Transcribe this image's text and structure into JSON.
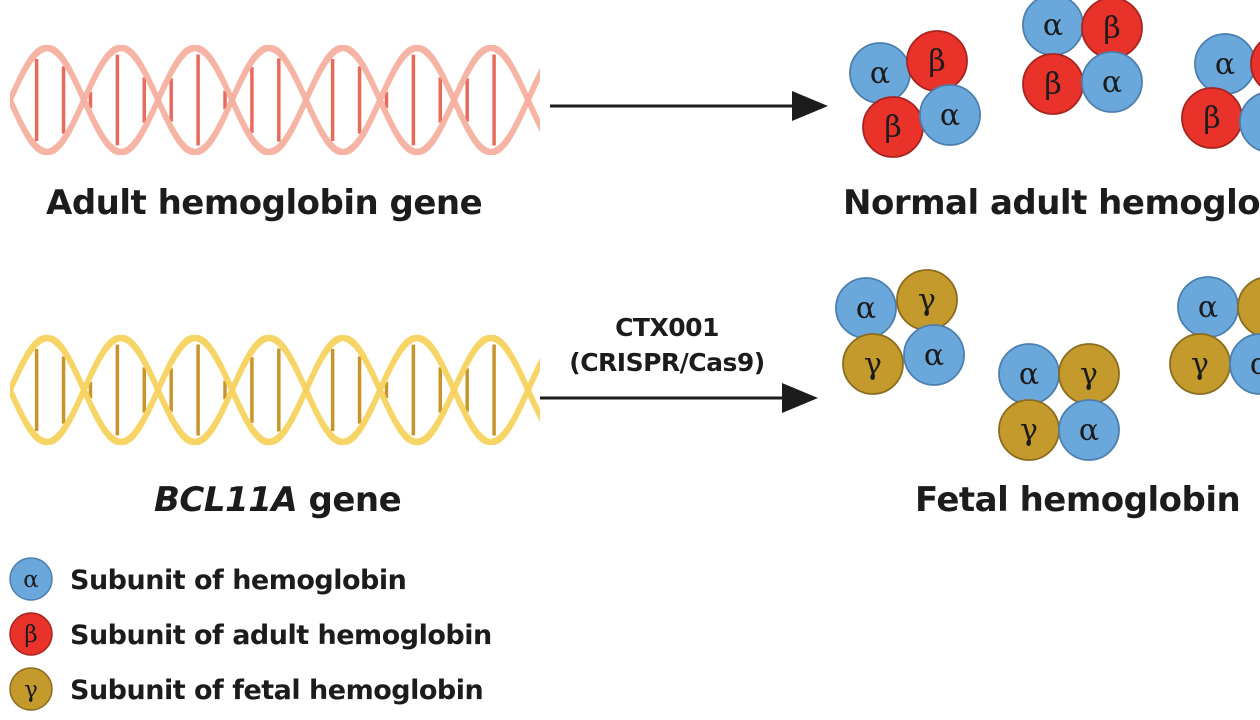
{
  "labels": {
    "adult_gene": "Adult hemoglobin gene",
    "normal_adult": "Normal adult hemoglobin",
    "bcl_gene_italic": "BCL11A",
    "bcl_gene_rest": " gene",
    "fetal": "Fetal hemoglobin",
    "arrow_line1": "CTX001",
    "arrow_line2": "(CRISPR/Cas9)"
  },
  "symbols": {
    "alpha": "α",
    "beta": "β",
    "gamma": "γ"
  },
  "colors": {
    "alpha": "#6aa8dc",
    "beta": "#e8322a",
    "gamma": "#c49a2c",
    "adult_dna": "#f5b0a0",
    "adult_rung": "#e86a5a",
    "fetal_dna": "#f7d25e",
    "fetal_rung": "#c9952a"
  },
  "legend": [
    {
      "symbol": "α",
      "text": "Subunit of hemoglobin",
      "type": "alpha"
    },
    {
      "symbol": "β",
      "text": "Subunit of adult hemoglobin",
      "type": "beta"
    },
    {
      "symbol": "γ",
      "text": "Subunit of fetal hemoglobin",
      "type": "gamma"
    }
  ]
}
